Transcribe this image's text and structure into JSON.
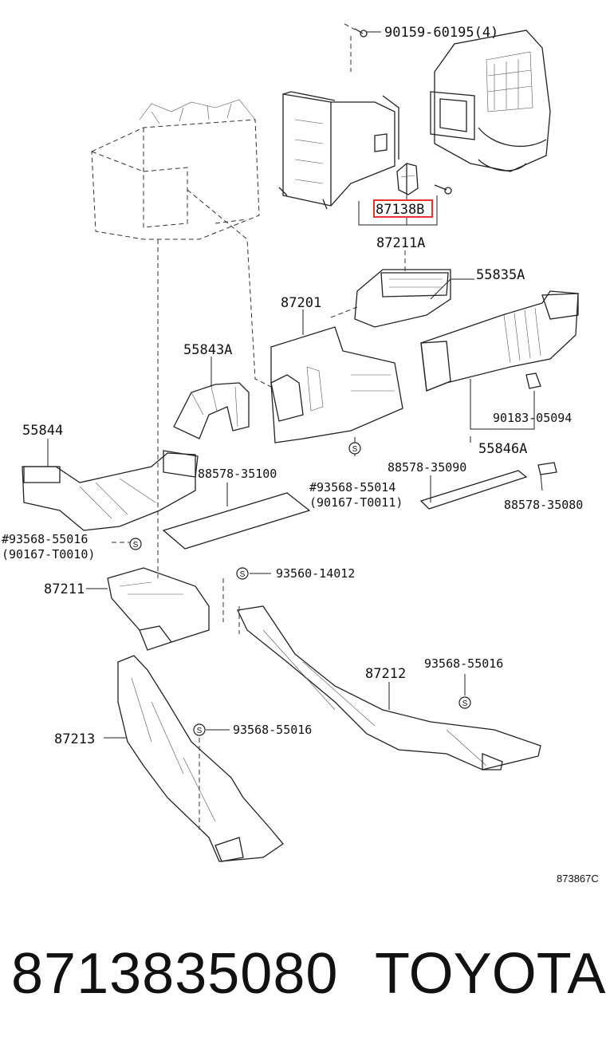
{
  "labels": {
    "screw_90159": "90159-60195(4)",
    "part_87138b": "87138B",
    "part_87211a": "87211A",
    "part_55835a": "55835A",
    "part_87201": "87201",
    "part_55843a": "55843A",
    "part_55844": "55844",
    "part_90183": "90183-05094",
    "part_55846a": "55846A",
    "part_88578_35100": "88578-35100",
    "part_88578_35090": "88578-35090",
    "part_93568_55014": "#93568-55014",
    "part_90167_t0011": "(90167-T0011)",
    "part_88578_35080": "88578-35080",
    "part_93568_55016_a": "#93568-55016",
    "part_90167_t0010": "(90167-T0010)",
    "part_93560_14012": "93560-14012",
    "part_87211": "87211",
    "part_87212": "87212",
    "part_93568_55016_b": "93568-55016",
    "part_87213": "87213",
    "part_93568_55016_c": "93568-55016",
    "s_symbol": "S",
    "diagram_code": "873867C"
  },
  "highlight": {
    "color": "#e8322f",
    "part": "87138B"
  },
  "footer": {
    "part_number": "8713835080",
    "brand": "TOYOTA"
  }
}
